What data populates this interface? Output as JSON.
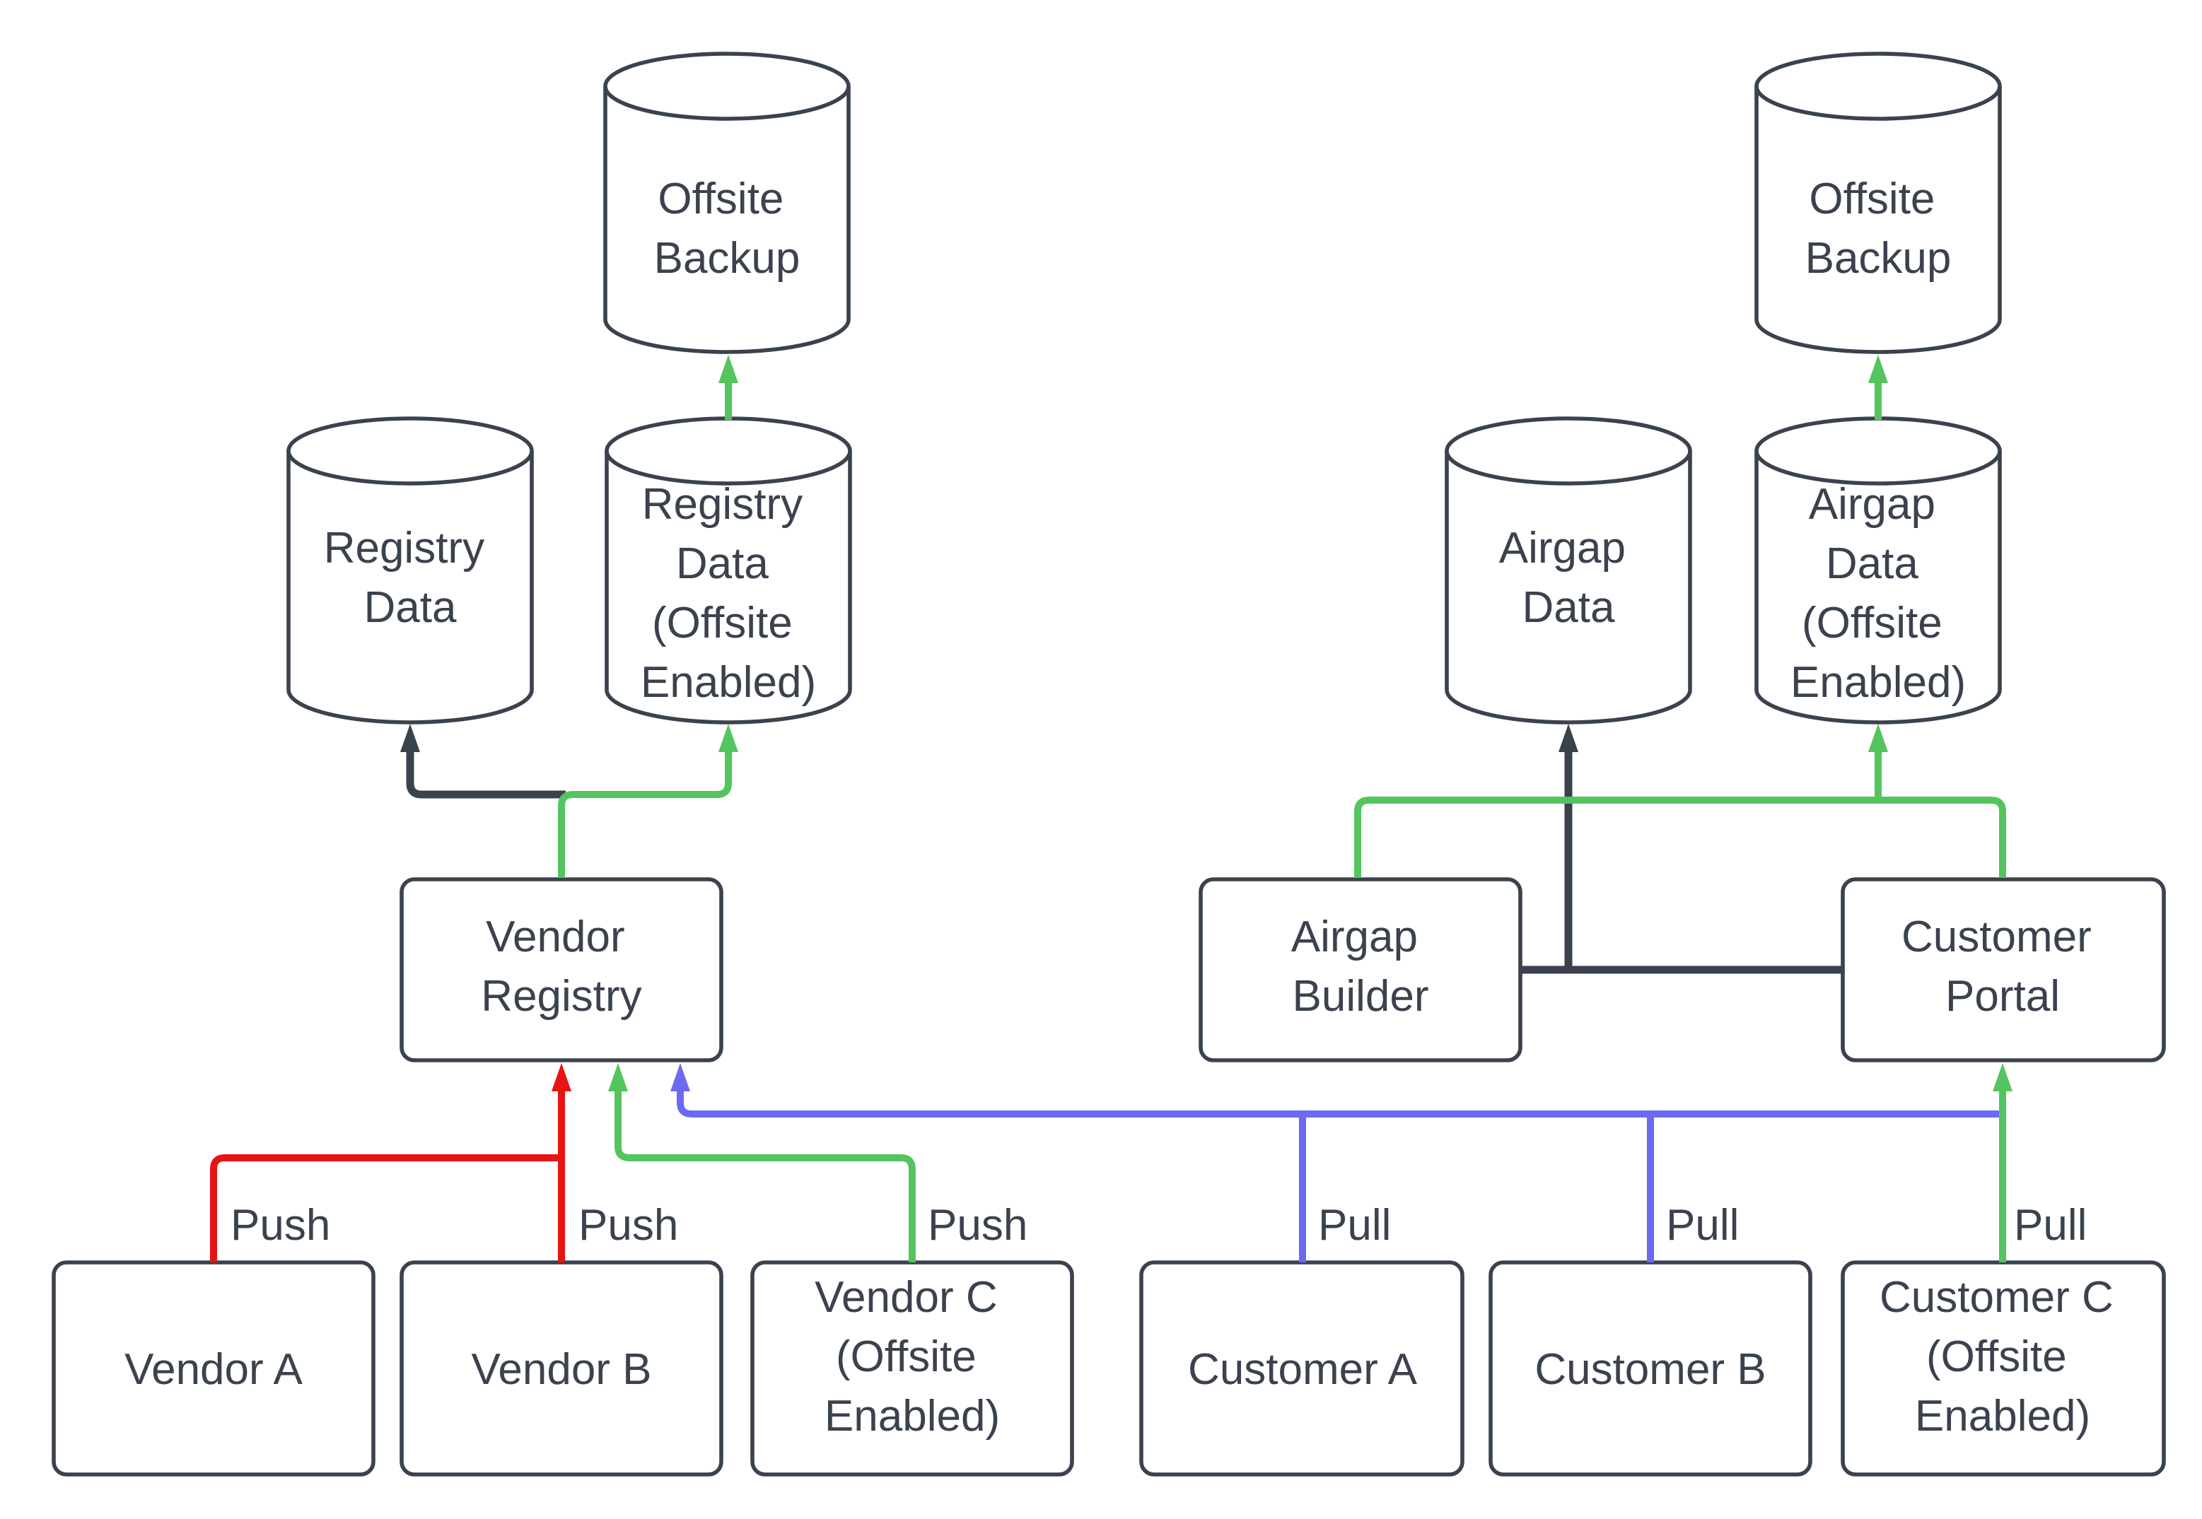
{
  "diagram": {
    "background": "#FFFFFF",
    "colors": {
      "node_stroke": "#3A424E",
      "text": "#3A424E",
      "red": "#E81313",
      "green": "#54C45E",
      "blue": "#6C6AF2",
      "dark": "#3A424E"
    },
    "cylinders": [
      {
        "id": "offsite-backup-left",
        "lines": [
          "Offsite",
          "Backup"
        ]
      },
      {
        "id": "registry-data",
        "lines": [
          "Registry",
          "Data"
        ]
      },
      {
        "id": "registry-data-offsite",
        "lines": [
          "Registry",
          "Data",
          "(Offsite",
          "Enabled)"
        ]
      },
      {
        "id": "offsite-backup-right",
        "lines": [
          "Offsite",
          "Backup"
        ]
      },
      {
        "id": "airgap-data",
        "lines": [
          "Airgap",
          "Data"
        ]
      },
      {
        "id": "airgap-data-offsite",
        "lines": [
          "Airgap",
          "Data",
          "(Offsite",
          "Enabled)"
        ]
      }
    ],
    "boxes": [
      {
        "id": "vendor-registry",
        "lines": [
          "Vendor",
          "Registry"
        ]
      },
      {
        "id": "airgap-builder",
        "lines": [
          "Airgap",
          "Builder"
        ]
      },
      {
        "id": "customer-portal",
        "lines": [
          "Customer",
          "Portal"
        ]
      },
      {
        "id": "vendor-a",
        "lines": [
          "Vendor A"
        ]
      },
      {
        "id": "vendor-b",
        "lines": [
          "Vendor B"
        ]
      },
      {
        "id": "vendor-c",
        "lines": [
          "Vendor C",
          "(Offsite",
          "Enabled)"
        ]
      },
      {
        "id": "customer-a",
        "lines": [
          "Customer A"
        ]
      },
      {
        "id": "customer-b",
        "lines": [
          "Customer B"
        ]
      },
      {
        "id": "customer-c",
        "lines": [
          "Customer C",
          "(Offsite",
          "Enabled)"
        ]
      }
    ],
    "edges": [
      {
        "id": "vendor-a-push",
        "label": "Push",
        "color": "#E81313"
      },
      {
        "id": "vendor-b-push",
        "label": "Push",
        "color": "#E81313"
      },
      {
        "id": "vendor-c-push",
        "label": "Push",
        "color": "#54C45E"
      },
      {
        "id": "customer-a-pull",
        "label": "Pull",
        "color": "#6C6AF2"
      },
      {
        "id": "customer-b-pull",
        "label": "Pull",
        "color": "#6C6AF2"
      },
      {
        "id": "customer-c-pull",
        "label": "Pull",
        "color": "#54C45E"
      },
      {
        "id": "registry-to-registry-data",
        "label": "",
        "color": "#3A424E"
      },
      {
        "id": "registry-to-registry-data-offsite",
        "label": "",
        "color": "#54C45E"
      },
      {
        "id": "registry-data-offsite-to-offsite-backup",
        "label": "",
        "color": "#54C45E"
      },
      {
        "id": "portal-builder-to-airgap-data-offsite",
        "label": "",
        "color": "#54C45E"
      },
      {
        "id": "builder-portal-to-airgap-data",
        "label": "",
        "color": "#3A424E"
      },
      {
        "id": "airgap-data-offsite-to-offsite-backup",
        "label": "",
        "color": "#54C45E"
      }
    ]
  }
}
